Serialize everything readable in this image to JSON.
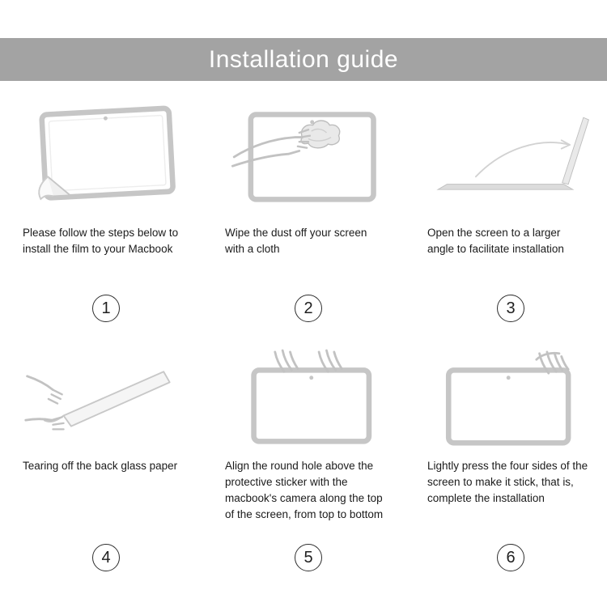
{
  "header": {
    "title": "Installation guide",
    "background_color": "#a3a3a3",
    "text_color": "#ffffff"
  },
  "illustration_style": {
    "line_color": "#c6c6c6",
    "hand_color": "#c2c2c2"
  },
  "steps": [
    {
      "number": "1",
      "text": "Please follow the steps below to install the film to your Macbook",
      "illustration": "macbook-screen-with-peeling-film-corner"
    },
    {
      "number": "2",
      "text": "Wipe the dust off your screen with a cloth",
      "illustration": "hand-wiping-screen-with-cloth"
    },
    {
      "number": "3",
      "text": "Open the screen to a larger angle to facilitate installation",
      "illustration": "laptop-opened-to-wide-angle"
    },
    {
      "number": "4",
      "text": "Tearing off the back glass paper",
      "illustration": "hands-tearing-off-backing-paper"
    },
    {
      "number": "5",
      "text": "Align the round hole above the protective sticker with the macbook's camera along the top of the screen, from top to bottom",
      "illustration": "hands-aligning-film-with-camera-hole"
    },
    {
      "number": "6",
      "text": "Lightly press the four sides of the screen to make it stick, that is, complete the installation",
      "illustration": "hand-pressing-screen-edges"
    }
  ]
}
